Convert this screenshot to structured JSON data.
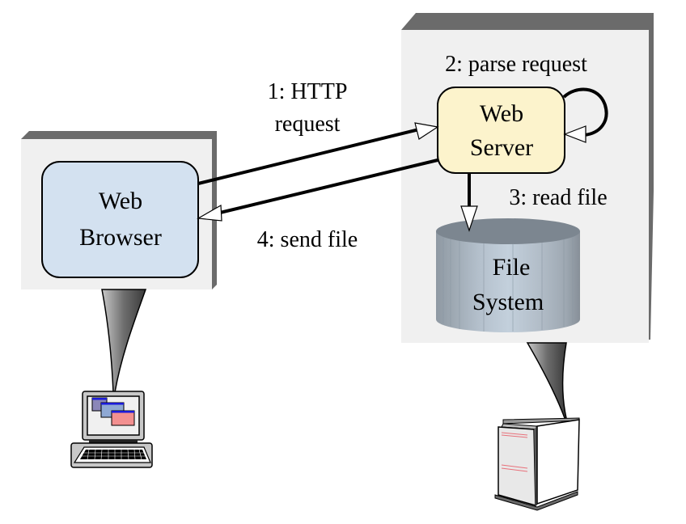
{
  "diagram": {
    "title": "",
    "containers": [
      {
        "id": "client-machine",
        "kind": "host",
        "device": "desktop-computer"
      },
      {
        "id": "server-machine",
        "kind": "host",
        "device": "server-tower"
      }
    ],
    "nodes": {
      "browser": {
        "line1": "Web",
        "line2": "Browser",
        "fill": "#d3e1f0"
      },
      "server": {
        "line1": "Web",
        "line2": "Server",
        "fill": "#fcf3cc"
      },
      "filesystem": {
        "line1": "File",
        "line2": "System",
        "fill": "#b8c6d4"
      }
    },
    "edges": [
      {
        "from": "browser",
        "to": "server",
        "label_line1": "1: HTTP",
        "label_line2": "request"
      },
      {
        "from": "server",
        "to": "server",
        "label": "2: parse request"
      },
      {
        "from": "server",
        "to": "filesystem",
        "label": "3: read file"
      },
      {
        "from": "server",
        "to": "browser",
        "label": "4: send file"
      }
    ],
    "colors": {
      "container_face": "#f0f0f0",
      "container_edge": "#6b6b6b",
      "stroke": "#000000",
      "arrowhead": "#ffffff"
    }
  }
}
